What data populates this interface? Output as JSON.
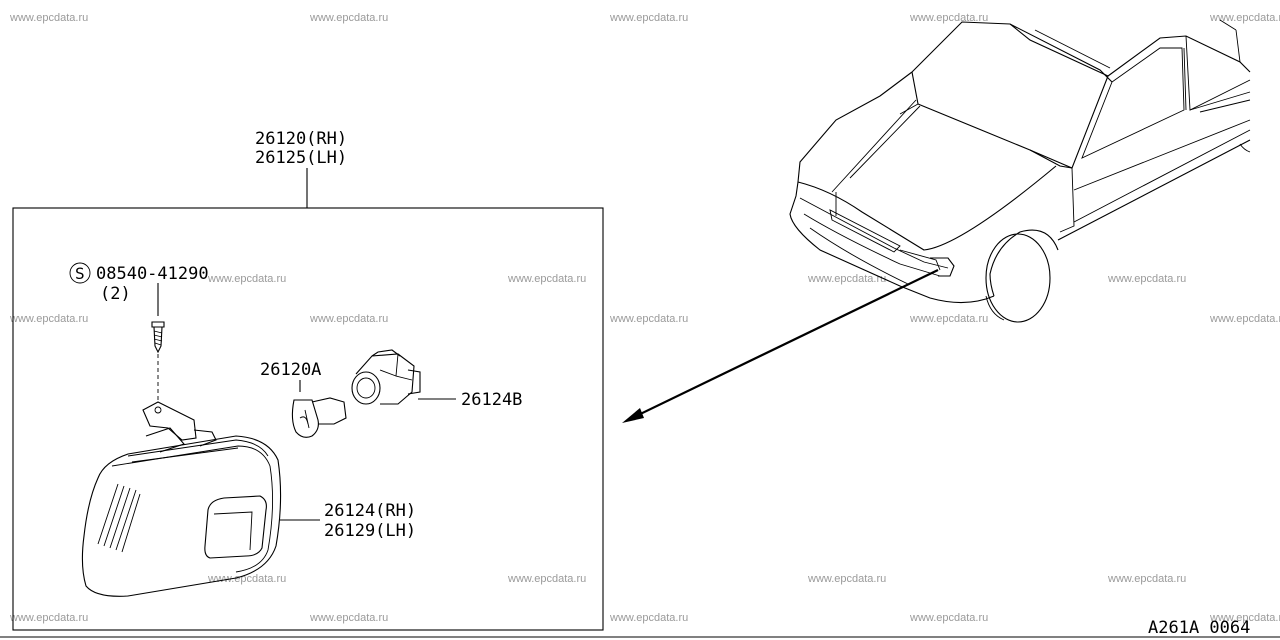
{
  "watermark": "www.epcdata.ru",
  "assembly": {
    "rh": "26120(RH)",
    "lh": "26125(LH)"
  },
  "screw": {
    "symbol": "S",
    "part": "08540-41290",
    "qty": "(2)"
  },
  "bulb": {
    "part": "26120A"
  },
  "socket": {
    "part": "26124B"
  },
  "lens": {
    "rh": "26124(RH)",
    "lh": "26129(LH)"
  },
  "figure_code": "A261A 0064"
}
